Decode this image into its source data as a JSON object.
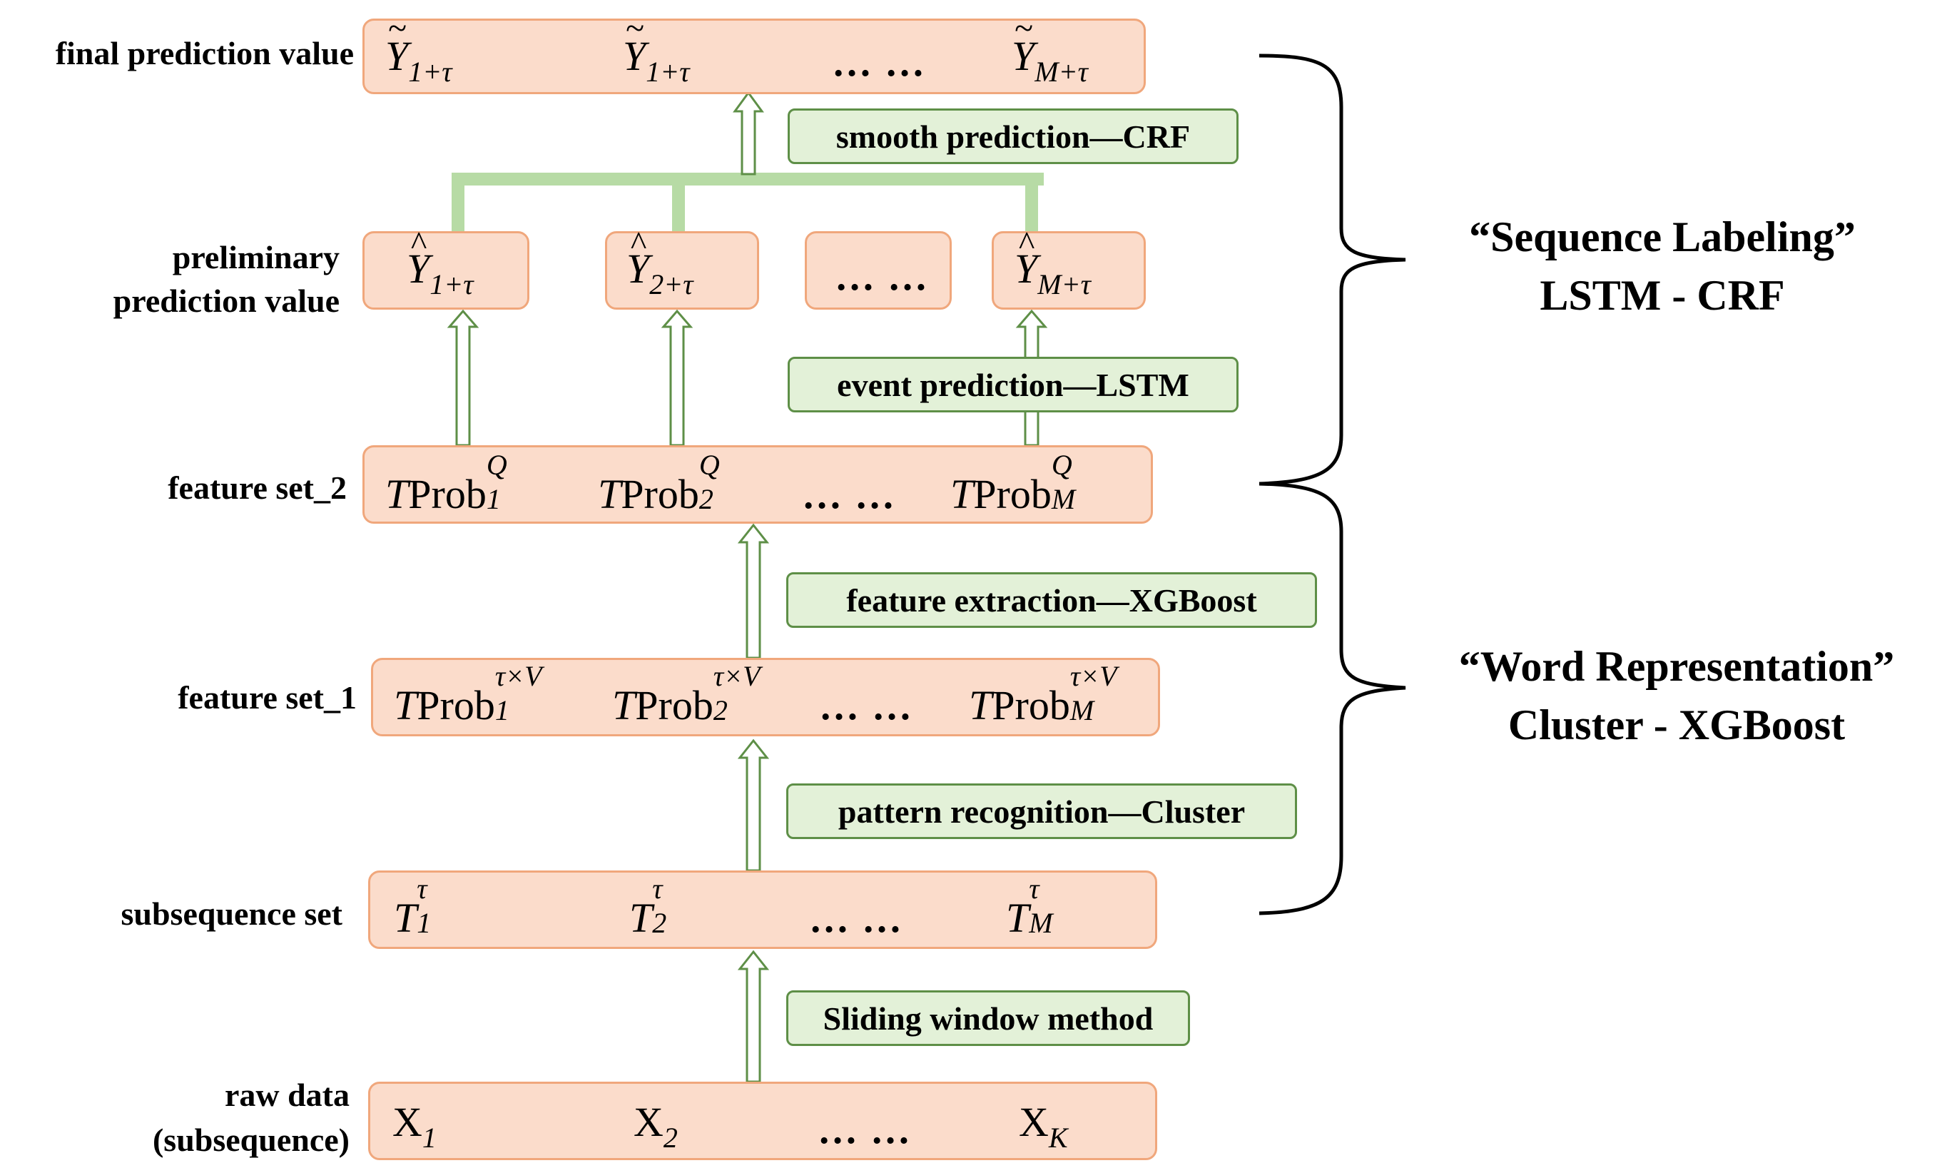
{
  "labels": {
    "final": "final prediction value",
    "preliminary_1": "preliminary",
    "preliminary_2": "prediction value",
    "feature2": "feature set_2",
    "feature1": "feature set_1",
    "subseq": "subsequence set",
    "raw_1": "raw data",
    "raw_2": "(subsequence)"
  },
  "steps": {
    "crf": "smooth prediction—CRF",
    "lstm": "event prediction—LSTM",
    "xgb": "feature extraction—XGBoost",
    "cluster": "pattern recognition—Cluster",
    "sliding": "Sliding window method"
  },
  "brackets": {
    "upper_1": "“Sequence Labeling”",
    "upper_2": "LSTM - CRF",
    "lower_1": "“Word Representation”",
    "lower_2": "Cluster - XGBoost"
  },
  "math": {
    "dots": "… …",
    "Y": "Y",
    "T": "T",
    "Prob": "Prob",
    "X": "X",
    "sub_1tau": "1+τ",
    "sub_2tau": "2+τ",
    "sub_Mtau": "M+τ",
    "idx_1": "1",
    "idx_2": "2",
    "idx_M": "M",
    "idx_K": "K",
    "sup_Q": "Q",
    "sup_tau": "τ",
    "sup_tauV": "τ×V"
  },
  "colors": {
    "box_fill": "#fbdccb",
    "box_border": "#f0a77c",
    "step_fill": "#e3f1d8",
    "step_border": "#5e8f47",
    "connector": "#b7dba5"
  }
}
